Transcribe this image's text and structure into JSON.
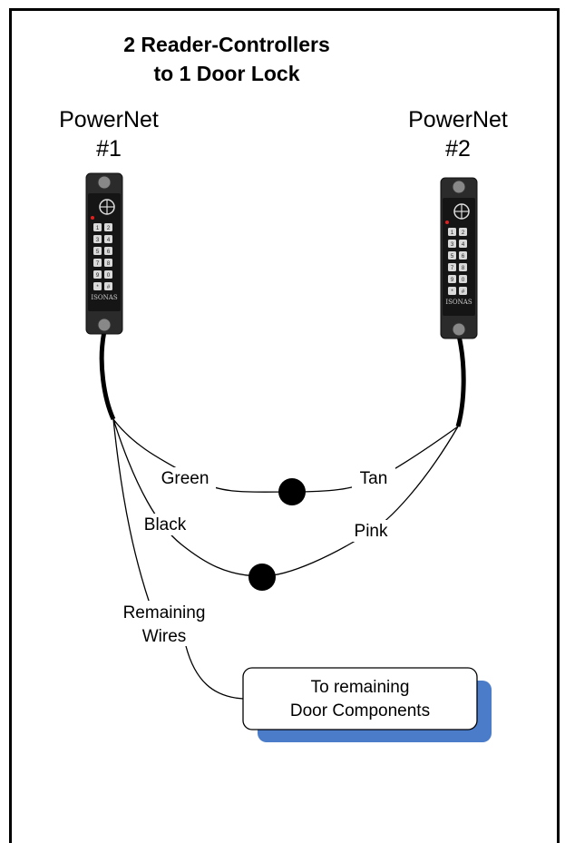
{
  "title": {
    "line1": "2 Reader-Controllers",
    "line2": "to 1 Door Lock"
  },
  "readers": [
    {
      "name": "PowerNet",
      "number": "#1",
      "brand": "ISONAS",
      "keys": [
        "1",
        "2",
        "3",
        "4",
        "5",
        "6",
        "7",
        "8",
        "9",
        "0",
        "*",
        "#"
      ]
    },
    {
      "name": "PowerNet",
      "number": "#2",
      "brand": "ISONAS",
      "keys": [
        "1",
        "2",
        "3",
        "4",
        "5",
        "6",
        "7",
        "8",
        "9",
        "0",
        "*",
        "#"
      ]
    }
  ],
  "wires": {
    "green": "Green",
    "tan": "Tan",
    "black": "Black",
    "pink": "Pink",
    "remaining_line1": "Remaining",
    "remaining_line2": "Wires"
  },
  "door_box": {
    "line1": "To remaining",
    "line2": "Door Components"
  },
  "colors": {
    "box_shadow": "#4a7cc9",
    "reader_body": "#2b2b2b",
    "reader_led": "#e02020"
  }
}
